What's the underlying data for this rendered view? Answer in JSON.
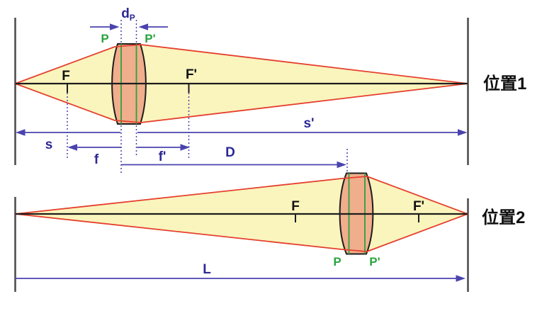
{
  "figure": {
    "description": "Two-position lens conjugate diagram (Bessel method)",
    "colors": {
      "beam_fill": "#faf4bd",
      "lens_fill": "#f0ae8c",
      "ray_red": "#e5402e",
      "principal_green": "#2aa23f",
      "dimension_blue": "#4a43ae",
      "label_navy": "#2b2896",
      "axis_black": "#1d1d1d",
      "screen_gray": "#4f4f4f"
    },
    "position1": {
      "title": "位置1",
      "labels": {
        "dp_base": "d",
        "dp_sub": "P",
        "p": "P",
        "p_prime": "P'",
        "front_focal_point": "F",
        "back_focal_point": "F'",
        "object_distance": "s",
        "image_distance": "s'",
        "front_focal_length": "f",
        "back_focal_length": "f'",
        "displacement": "D"
      }
    },
    "position2": {
      "title": "位置2",
      "labels": {
        "p": "P",
        "p_prime": "P'",
        "front_focal_point": "F",
        "back_focal_point": "F'",
        "total_length": "L"
      }
    }
  }
}
